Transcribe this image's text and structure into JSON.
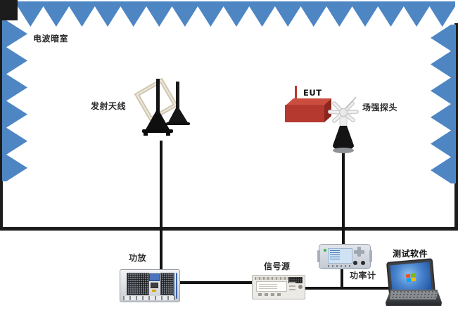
{
  "diagram": {
    "chamber": {
      "label": "电波暗室"
    },
    "components": {
      "tx_antenna": {
        "label": "发射天线",
        "type": "loop-antenna-on-tripods"
      },
      "eut": {
        "label": "EUT",
        "type": "equipment-under-test"
      },
      "field_probe": {
        "label": "场强探头",
        "type": "field-strength-probe"
      },
      "amplifier": {
        "label": "功放",
        "type": "power-amplifier"
      },
      "signal_source": {
        "label": "信号源",
        "type": "signal-generator"
      },
      "power_meter": {
        "label": "功率计",
        "type": "power-meter"
      },
      "test_software": {
        "label": "测试软件",
        "type": "laptop-with-test-software"
      }
    },
    "connections": [
      {
        "from": "tx_antenna",
        "to": "amplifier"
      },
      {
        "from": "amplifier",
        "to": "signal_source"
      },
      {
        "from": "signal_source",
        "to": "test_software"
      },
      {
        "from": "field_probe",
        "to": "power_meter"
      },
      {
        "from": "power_meter",
        "to": "signal_source_to_test_software_cable"
      }
    ],
    "colors": {
      "absorber": "#4e86c4",
      "wall": "#1c1c1c",
      "cable": "#141414",
      "text": "#2b2b2b",
      "eut_front": "#b6392f",
      "eut_top": "#cb4d3f",
      "eut_side": "#8c261e",
      "desktop_blue": "#2f6ab8",
      "win_red": "#f25022",
      "win_green": "#7fba00",
      "win_blue": "#00a4ef",
      "win_yellow": "#ffb900"
    }
  }
}
